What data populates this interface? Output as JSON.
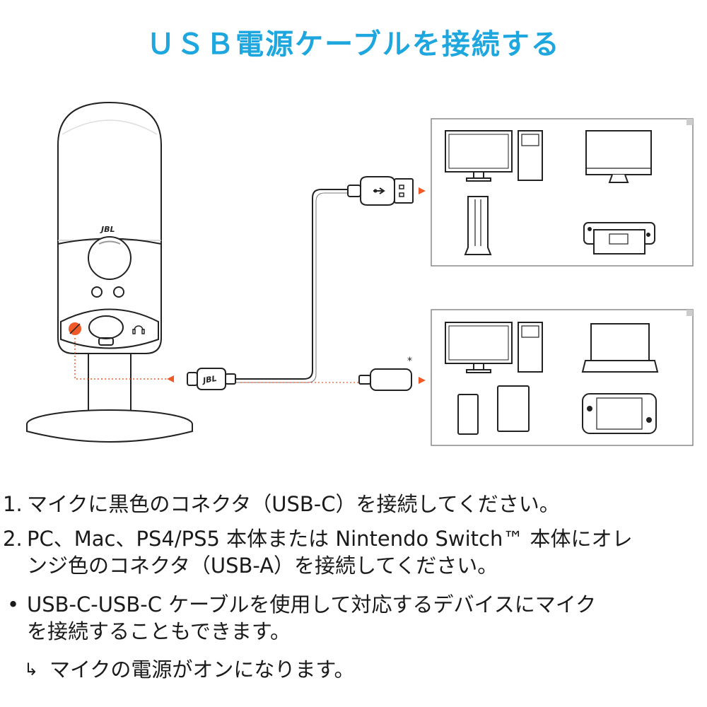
{
  "title": "ＵＳＢ電源ケーブルを接続する",
  "colors": {
    "title": "#1ea7df",
    "accent": "#f05a28",
    "line": "#222222",
    "panel_border": "#888888"
  },
  "diagram": {
    "mic_logo": "JBL",
    "cable_logo": "JBL",
    "footnote_marker": "*"
  },
  "steps": [
    {
      "marker": "1.",
      "lines": [
        "マイクに黒色のコネクタ（USB-C）を接続してください。"
      ]
    },
    {
      "marker": "2.",
      "lines": [
        "PC、Mac、PS4/PS5 本体または Nintendo Switch™ 本体にオレ",
        "ンジ色のコネクタ（USB-A）を接続してください。"
      ]
    },
    {
      "marker": "•",
      "lines": [
        "USB-C-USB-C ケーブルを使用して対応するデバイスにマイク",
        "を接続することもできます。"
      ]
    }
  ],
  "result": {
    "icon": "return-arrow-icon",
    "symbol": "↳",
    "text": "マイクの電源がオンになります。"
  }
}
